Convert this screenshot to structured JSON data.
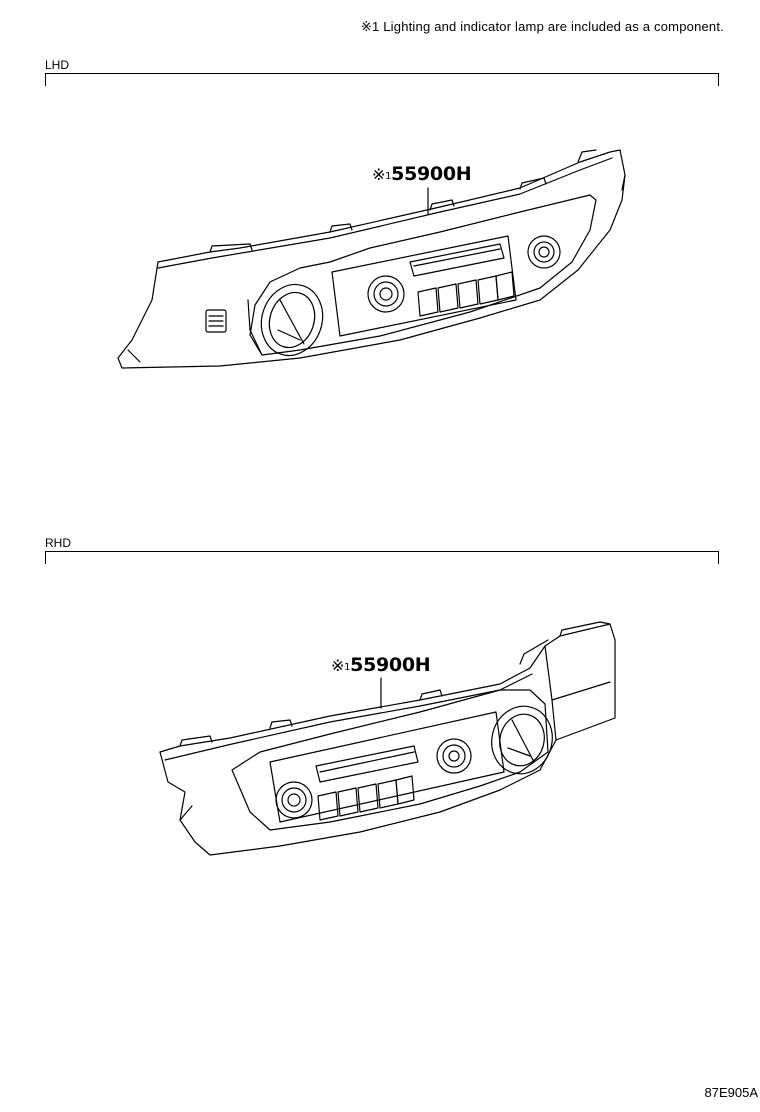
{
  "note": {
    "mark": "※",
    "text": "1 Lighting and indicator lamp are included as a component."
  },
  "sections": [
    {
      "label": "LHD",
      "part": {
        "mark": "※",
        "sup": "1",
        "number": "55900H"
      }
    },
    {
      "label": "RHD",
      "part": {
        "mark": "※",
        "sup": "1",
        "number": "55900H"
      }
    }
  ],
  "illustration_code": "87E905A"
}
